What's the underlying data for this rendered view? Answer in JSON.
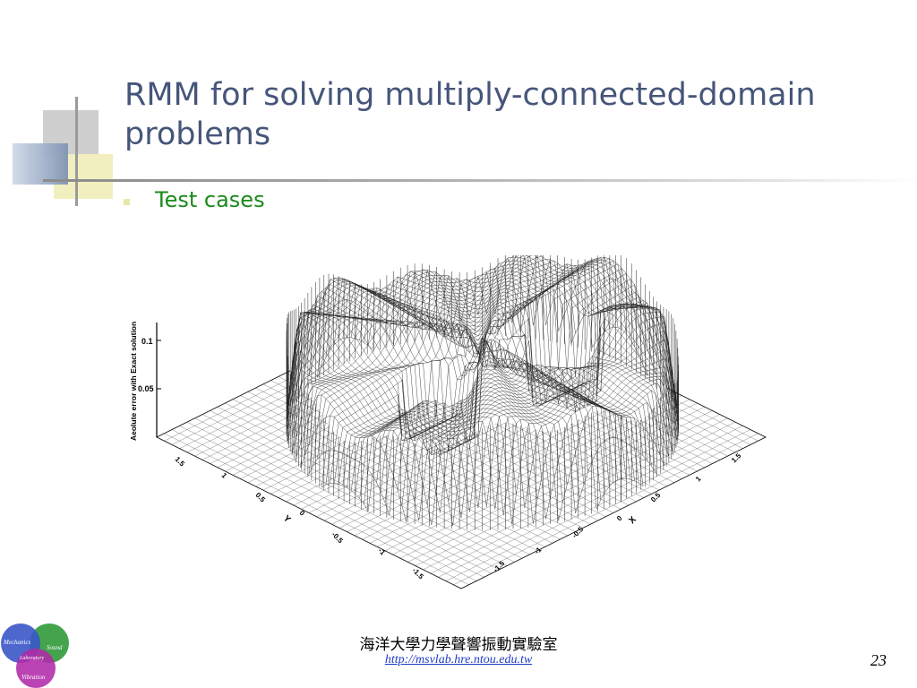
{
  "slide": {
    "title": "RMM for solving multiply-connected-domain problems",
    "bullet": "Test cases"
  },
  "figure": {
    "z_axis_label": "Aeolute error with Exact solution",
    "z_ticks": [
      "0.1",
      "0.05"
    ],
    "y_axis_label": "Y",
    "y_ticks": [
      "1.5",
      "1",
      "0.5",
      "0",
      "-0.5",
      "-1",
      "-1.5"
    ],
    "x_axis_label": "X",
    "x_ticks": [
      "-1.5",
      "-1",
      "-0.5",
      "0",
      "0.5",
      "1",
      "1.5"
    ]
  },
  "footer": {
    "org": "海洋大學力學聲響振動實驗室",
    "url": "http://msvlab.hre.ntou.edu.tw",
    "page": "23"
  },
  "logo": {
    "mechanics": "Mechanics",
    "sound": "Sound",
    "laboratory": "Laboratory",
    "vibration": "Vibration"
  },
  "colors": {
    "title": "#46557a",
    "bullet_text": "#1a8a1a",
    "link": "#1d3bc4",
    "logo_blue": "#3a57c8",
    "logo_green": "#2f9a3a",
    "logo_magenta": "#b02aa8"
  }
}
